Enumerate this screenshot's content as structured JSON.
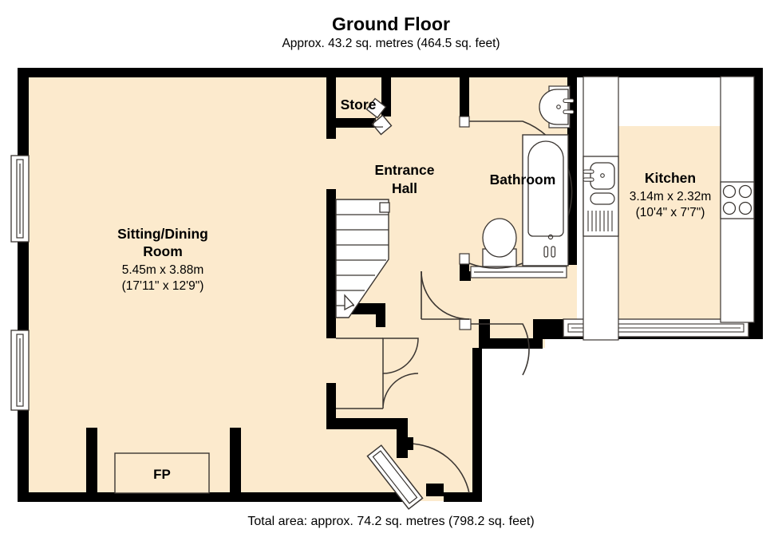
{
  "header": {
    "title": "Ground Floor",
    "subtitle": "Approx.  43.2 sq. metres (464.5 sq. feet)"
  },
  "footer": {
    "total_area": "Total area: approx.  74.2 sq. metres (798.2 sq. feet)"
  },
  "colors": {
    "wall": "#000000",
    "floor": "#fceacd",
    "fixture_stroke": "#3b3632",
    "fixture_fill": "#ffffff",
    "background": "#ffffff",
    "text": "#000000"
  },
  "rooms": [
    {
      "key": "sitting_dining",
      "name_line1": "Sitting/Dining",
      "name_line2": "Room",
      "dim_metric": "5.45m x 3.88m",
      "dim_imperial": "(17'11\" x 12'9\")"
    },
    {
      "key": "kitchen",
      "name_line1": "Kitchen",
      "name_line2": "",
      "dim_metric": "3.14m x 2.32m",
      "dim_imperial": "(10'4\" x 7'7\")"
    },
    {
      "key": "entrance_hall",
      "name_line1": "Entrance",
      "name_line2": "Hall",
      "dim_metric": "",
      "dim_imperial": ""
    },
    {
      "key": "bathroom",
      "name_line1": "Bathroom",
      "name_line2": "",
      "dim_metric": "",
      "dim_imperial": ""
    },
    {
      "key": "store",
      "name_line1": "Store",
      "name_line2": "",
      "dim_metric": "",
      "dim_imperial": ""
    }
  ],
  "features": {
    "fireplace_label": "FP"
  },
  "fixtures": [
    "bath",
    "toilet",
    "wash-basin",
    "kitchen-sink",
    "draining-board",
    "hob",
    "staircase",
    "fireplace"
  ],
  "openings": [
    "window-left-upper",
    "window-left-lower",
    "window-bathroom",
    "window-kitchen-bottom",
    "front-door",
    "double-doors-sitting-room",
    "bathroom-door",
    "hall-door",
    "store-door"
  ]
}
